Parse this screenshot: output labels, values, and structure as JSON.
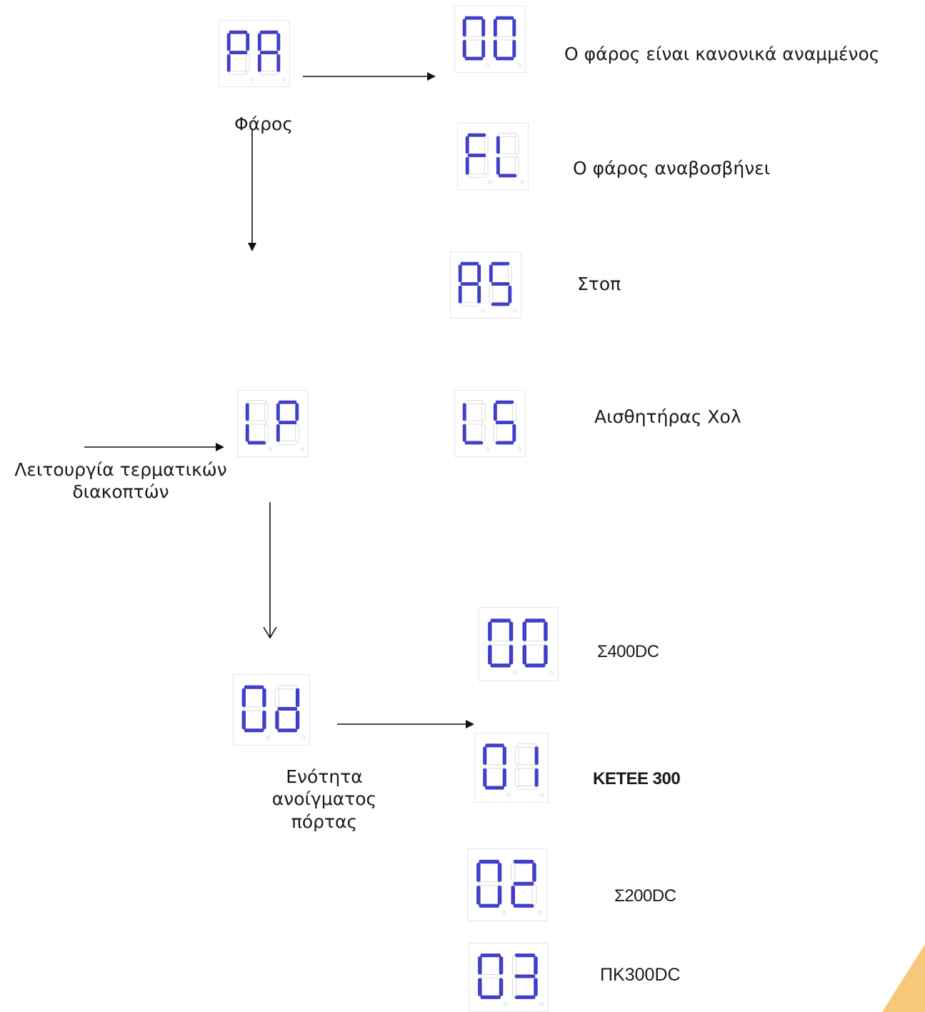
{
  "colors": {
    "segment_on": "#3f3fc9",
    "segment_off": "#d2d2d2",
    "arrow": "#111111",
    "corner_accent": "#f7c77a"
  },
  "displays": [
    {
      "code": "PA"
    },
    {
      "code": "00"
    },
    {
      "code": "FL"
    },
    {
      "code": "AS"
    },
    {
      "code": "LP"
    },
    {
      "code": "LS"
    },
    {
      "code": "00"
    },
    {
      "code": "Od"
    },
    {
      "code": "01"
    },
    {
      "code": "02"
    },
    {
      "code": "03"
    }
  ],
  "labels": {
    "beacon": "Φάρος",
    "beacon_on": "Ο φάρος είναι κανονικά αναμμένος",
    "beacon_flash": "Ο φάρος αναβοσβήνει",
    "stop": "Στοπ",
    "hall_sensor": "Αισθητήρας Χολ",
    "limit_switch_line1": "Λειτουργία τερματικών",
    "limit_switch_line2": "διακοπτών",
    "door_unit_line1": "Ενότητα",
    "door_unit_line2": "ανοίγματος",
    "door_unit_line3": "πόρτας",
    "model_00": "Σ400DC",
    "model_01": "ΚΕΤΕΕ 300",
    "model_02": "Σ200DC",
    "model_03": "ΠΚ300DC"
  }
}
